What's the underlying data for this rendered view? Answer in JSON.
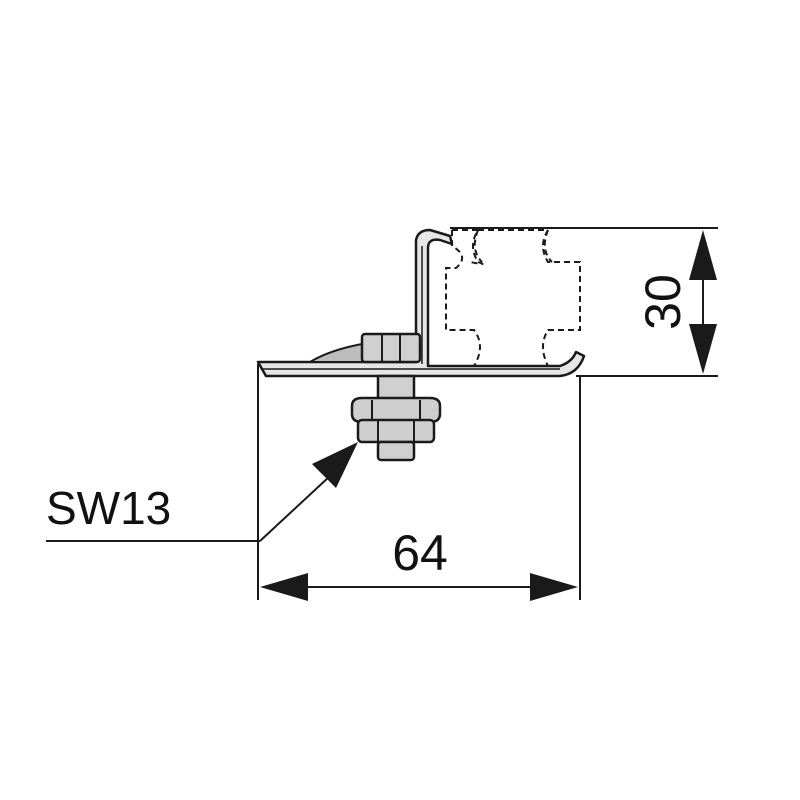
{
  "dimensions": {
    "width_label": "64",
    "height_label": "30"
  },
  "callout": {
    "label": "SW13"
  },
  "colors": {
    "line": "#1a1a1a",
    "metal": "#d9d9d9",
    "metal_dark": "#9a9a9a",
    "background": "#ffffff"
  }
}
